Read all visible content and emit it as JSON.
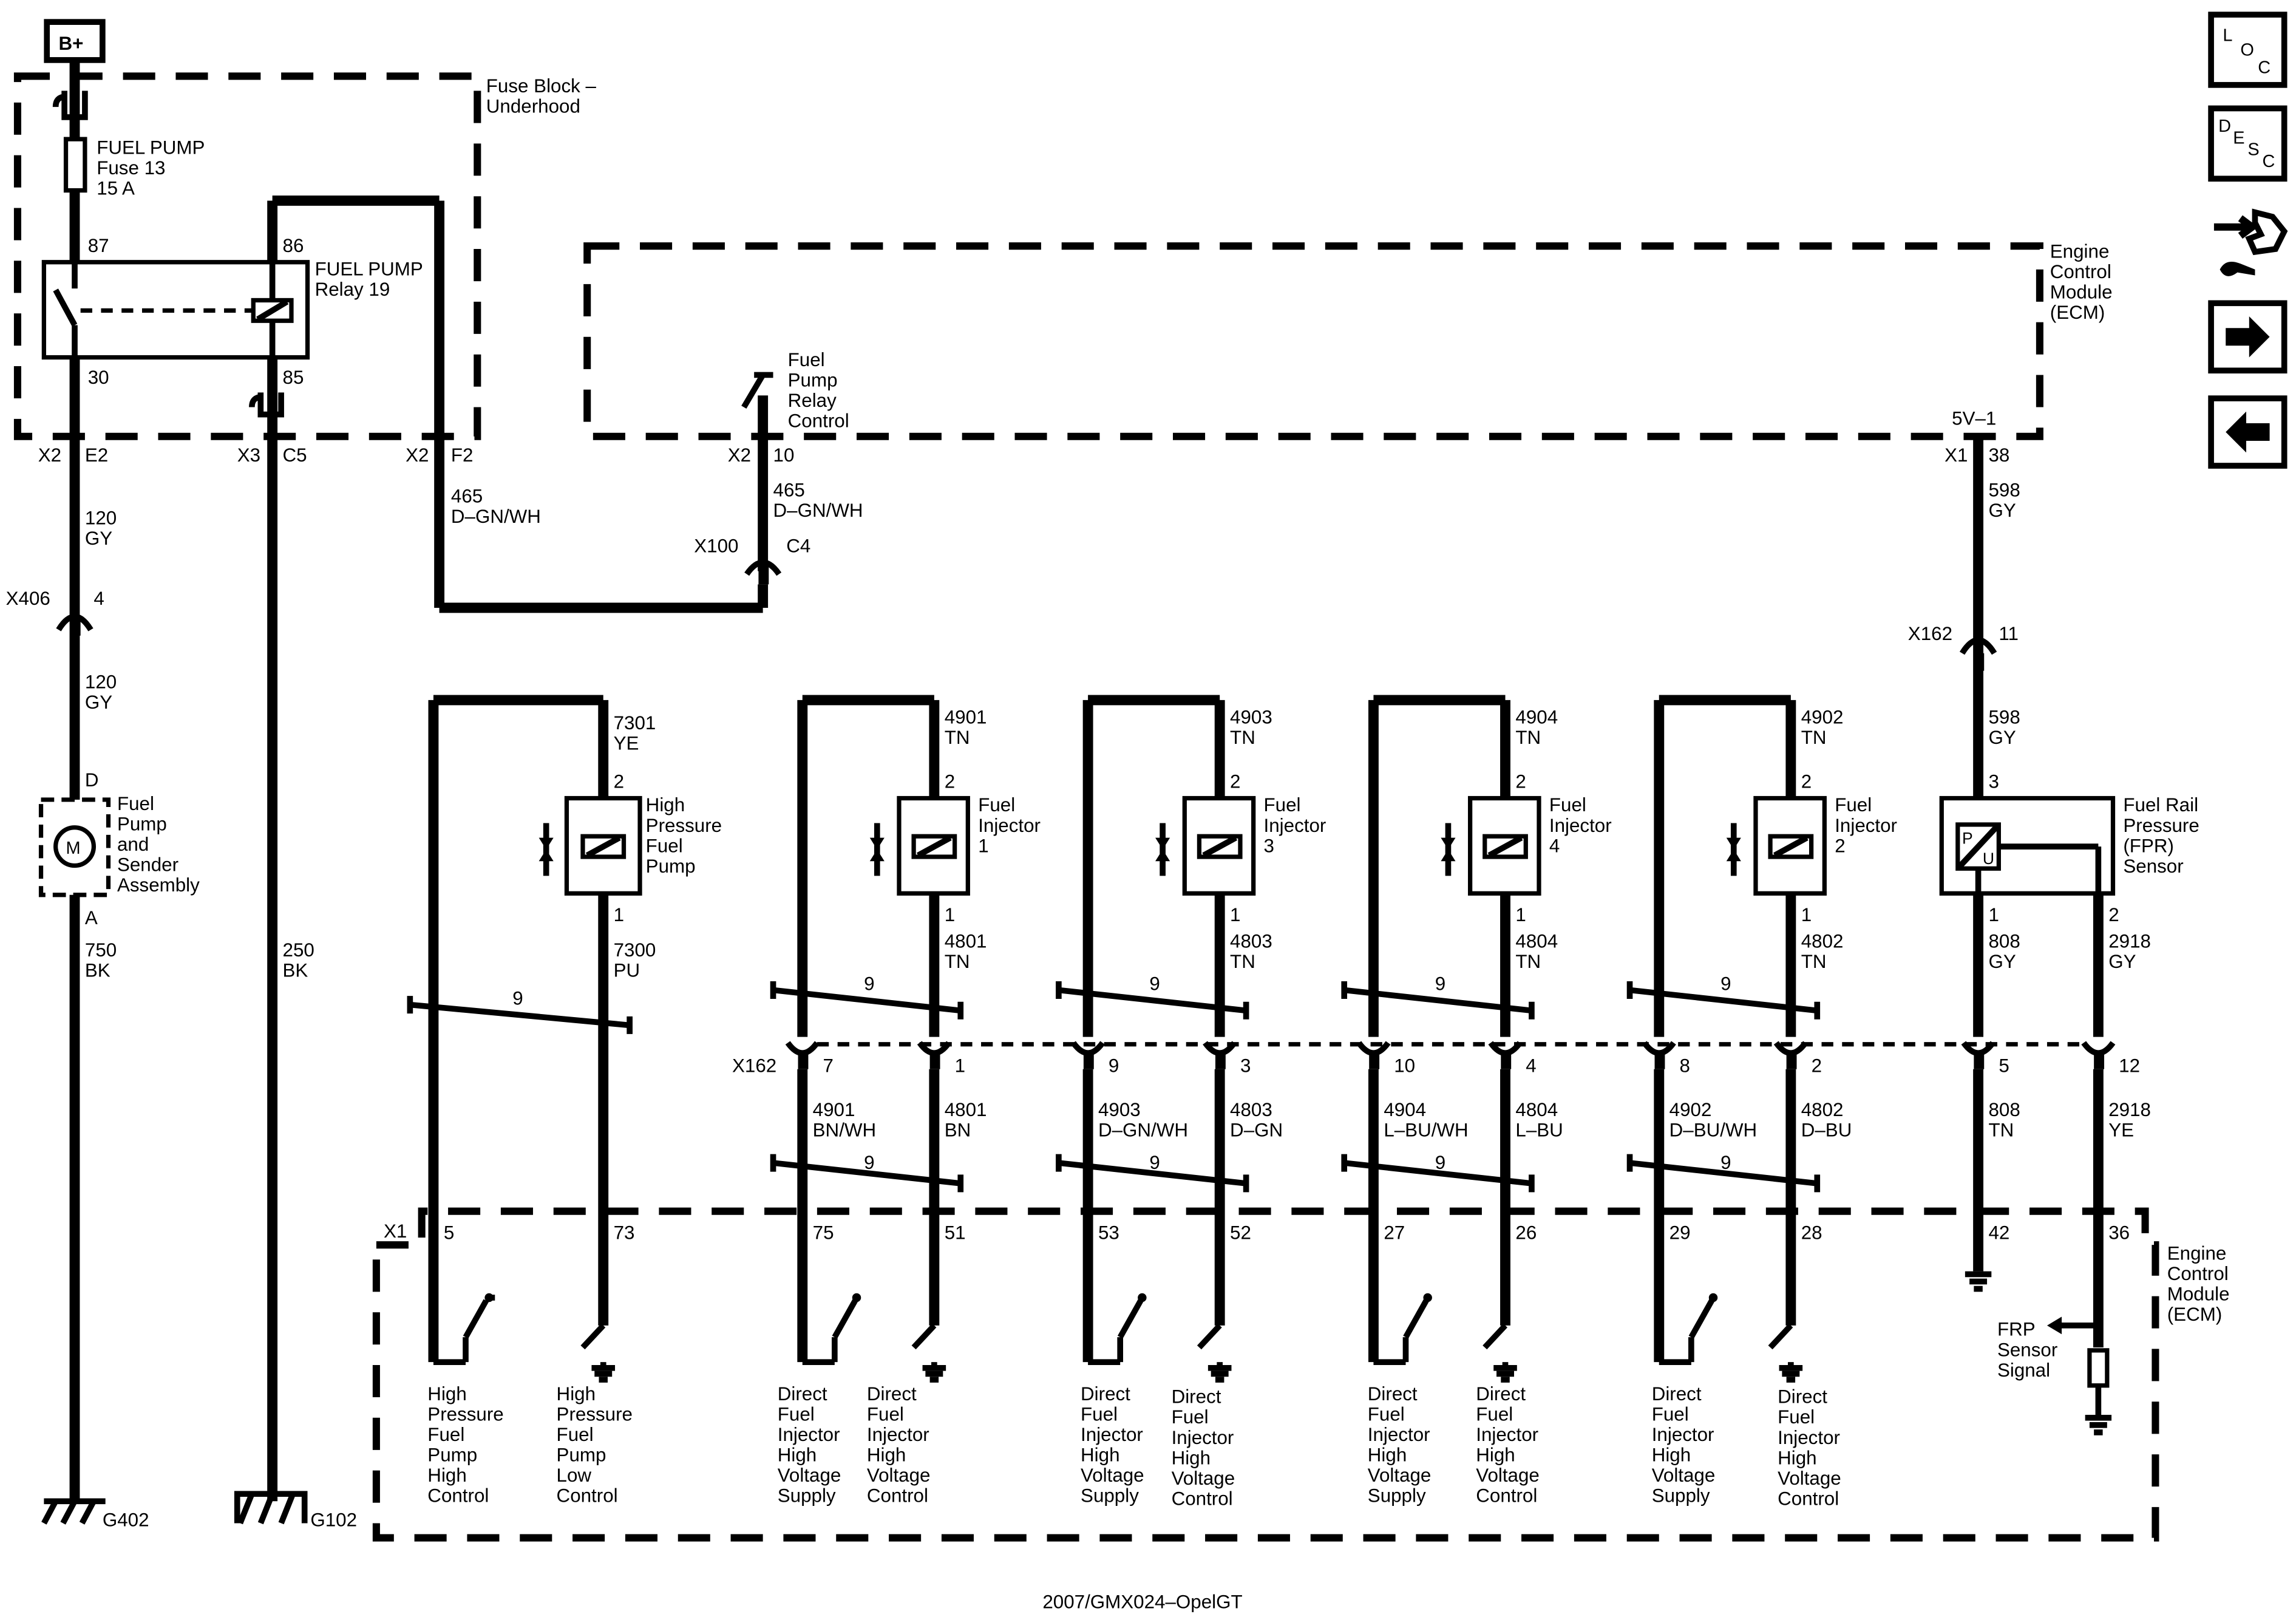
{
  "diagram": {
    "battery": "B+",
    "fuse_block": "Fuse Block –\nUnderhood",
    "fuse": "FUEL PUMP\nFuse 13\n15 A",
    "relay": "FUEL PUMP\nRelay 19",
    "relay_pins": {
      "p87": "87",
      "p86": "86",
      "p30": "30",
      "p85": "85"
    },
    "fuse_block_conn": {
      "x2a": "X2",
      "e2": "E2",
      "x3": "X3",
      "c5": "C5",
      "x2b": "X2",
      "f2": "F2"
    },
    "ecm_top": "Engine\nControl\nModule\n(ECM)",
    "fuel_pump_relay_control": "Fuel\nPump\nRelay\nControl",
    "ecm_top_conn": {
      "x2": "X2",
      "pin10": "10",
      "fivev": "5V–1",
      "x1": "X1",
      "pin38": "38"
    },
    "wires": {
      "w465a": "465\nD–GN/WH",
      "w465b": "465\nD–GN/WH",
      "w120a": "120\nGY",
      "w120b": "120\nGY",
      "w598a": "598\nGY",
      "w598b": "598\nGY",
      "w750": "750\nBK",
      "w250": "250\nBK"
    },
    "x100": "X100",
    "c4": "C4",
    "x406": "X406",
    "x406_pin": "4",
    "x162_top": "X162",
    "x162_top_pin": "11",
    "fuel_pump_asm": "Fuel\nPump\nand\nSender\nAssembly",
    "motor": "M",
    "pin_d": "D",
    "pin_a": "A",
    "g402": "G402",
    "g102": "G102",
    "hp_pump": {
      "label": "High\nPressure\nFuel\nPump",
      "top_wire": "7301\nYE",
      "pin_top": "2",
      "pin_bot": "1",
      "bot_wire": "7300\nPU",
      "bundle": "9",
      "ecm_pins": [
        "5",
        "73"
      ],
      "high_label": "High\nPressure\nFuel\nPump\nHigh\nControl",
      "low_label": "High\nPressure\nFuel\nPump\nLow\nControl"
    },
    "injectors": [
      {
        "label": "Fuel\nInjector\n1",
        "top_wire": "4901\nTN",
        "bot_wire": "4801\nTN",
        "pin_top": "2",
        "pin_bot": "1",
        "bundle1": "9",
        "bundle2": "9",
        "conn_left": "7",
        "conn_right": "1",
        "wire_left": "4901\nBN/WH",
        "wire_right": "4801\nBN",
        "ecm_left": "75",
        "ecm_right": "51",
        "supply": "Direct\nFuel\nInjector\nHigh\nVoltage\nSupply",
        "control": "Direct\nFuel\nInjector\nHigh\nVoltage\nControl"
      },
      {
        "label": "Fuel\nInjector\n3",
        "top_wire": "4903\nTN",
        "bot_wire": "4803\nTN",
        "pin_top": "2",
        "pin_bot": "1",
        "bundle1": "9",
        "bundle2": "9",
        "conn_left": "9",
        "conn_right": "3",
        "wire_left": "4903\nD–GN/WH",
        "wire_right": "4803\nD–GN",
        "ecm_left": "53",
        "ecm_right": "52",
        "supply": "Direct\nFuel\nInjector\nHigh\nVoltage\nSupply",
        "control": "Direct\nFuel\nInjector\nHigh\nVoltage\nControl"
      },
      {
        "label": "Fuel\nInjector\n4",
        "top_wire": "4904\nTN",
        "bot_wire": "4804\nTN",
        "pin_top": "2",
        "pin_bot": "1",
        "bundle1": "9",
        "bundle2": "9",
        "conn_left": "10",
        "conn_right": "4",
        "wire_left": "4904\nL–BU/WH",
        "wire_right": "4804\nL–BU",
        "ecm_left": "27",
        "ecm_right": "26",
        "supply": "Direct\nFuel\nInjector\nHigh\nVoltage\nSupply",
        "control": "Direct\nFuel\nInjector\nHigh\nVoltage\nControl"
      },
      {
        "label": "Fuel\nInjector\n2",
        "top_wire": "4902\nTN",
        "bot_wire": "4802\nTN",
        "pin_top": "2",
        "pin_bot": "1",
        "bundle1": "9",
        "bundle2": "9",
        "conn_left": "8",
        "conn_right": "2",
        "wire_left": "4902\nD–BU/WH",
        "wire_right": "4802\nD–BU",
        "ecm_left": "29",
        "ecm_right": "28",
        "supply": "Direct\nFuel\nInjector\nHigh\nVoltage\nSupply",
        "control": "Direct\nFuel\nInjector\nHigh\nVoltage\nControl"
      }
    ],
    "x162_bottom": "X162",
    "frp": {
      "label": "Fuel Rail\nPressure\n(FPR)\nSensor",
      "pin3": "3",
      "pin1": "1",
      "pin2": "2",
      "pu_p": "P",
      "pu_u": "U",
      "w808a": "808\nGY",
      "w2918a": "2918\nGY",
      "conn5": "5",
      "conn12": "12",
      "w808b": "808\nTN",
      "w2918b": "2918\nYE",
      "ecm42": "42",
      "ecm36": "36",
      "signal": "FRP\nSensor\nSignal"
    },
    "ecm_bottom": "Engine\nControl\nModule\n(ECM)",
    "ecm_bottom_x1": "X1",
    "footer": "2007/GMX024–OpelGT"
  },
  "nav": {
    "loc": {
      "l": "L",
      "o": "O",
      "c": "C"
    },
    "desc": {
      "d": "D",
      "e": "E",
      "s": "S",
      "c": "C"
    },
    "icons": [
      "connector-end-view-icon",
      "next-arrow-icon",
      "previous-arrow-icon"
    ]
  }
}
